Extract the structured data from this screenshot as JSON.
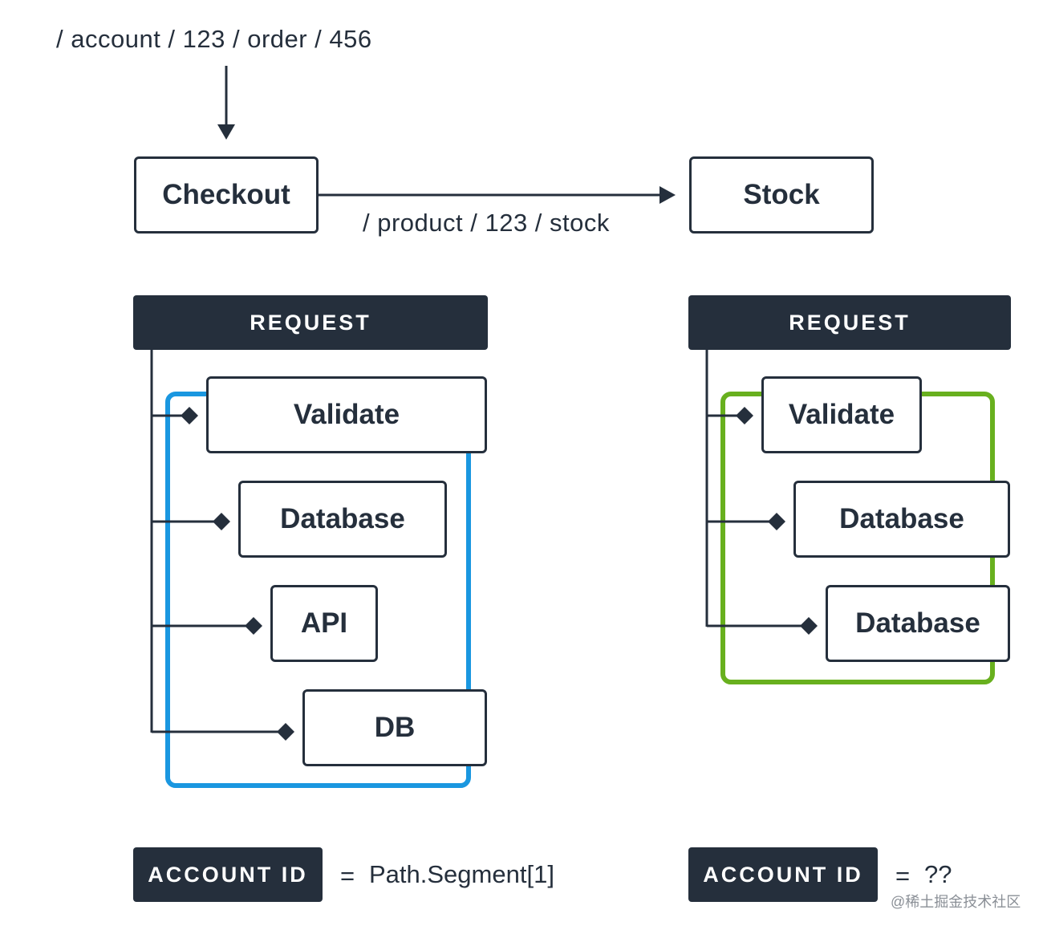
{
  "incoming_path": "/ account / 123 / order / 456",
  "outgoing_path": "/ product / 123 / stock",
  "services": {
    "checkout": "Checkout",
    "stock": "Stock"
  },
  "left_panel": {
    "header": "REQUEST",
    "group_color": "#1a97e0",
    "steps": [
      "Validate",
      "Database",
      "API",
      "DB"
    ],
    "footer_label": "ACCOUNT ID",
    "footer_eq": "=",
    "footer_value": "Path.Segment[1]"
  },
  "right_panel": {
    "header": "REQUEST",
    "group_color": "#68b01e",
    "steps": [
      "Validate",
      "Database",
      "Database"
    ],
    "footer_label": "ACCOUNT ID",
    "footer_eq": "=",
    "footer_value": "??"
  },
  "watermark": "@稀土掘金技术社区",
  "colors": {
    "ink": "#252f3c",
    "background": "#ffffff"
  }
}
